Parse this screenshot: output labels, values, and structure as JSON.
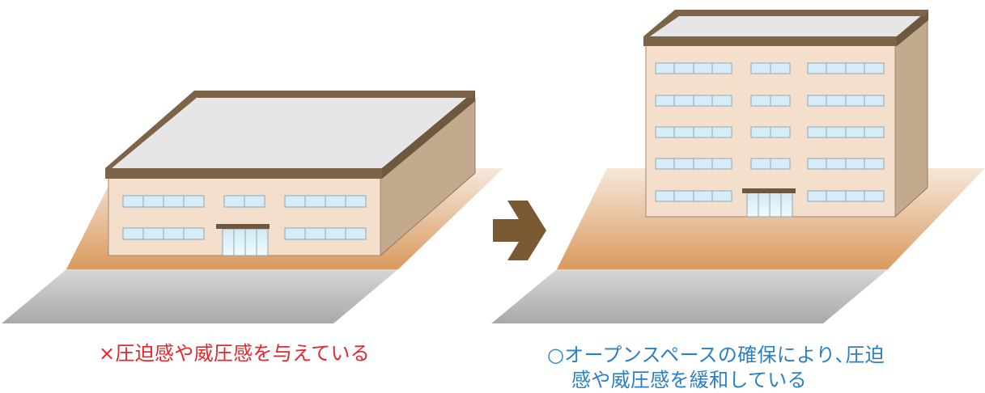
{
  "captions": {
    "before": "×圧迫感や威圧感を与えている",
    "after_line1": "○オープンスペースの確保により､圧迫",
    "after_line2": "感や威圧感を緩和している"
  },
  "colors": {
    "before_caption": "#e8242c",
    "after_caption": "#2b7fc3",
    "arrow": "#7a5a33",
    "road": "#b9b9b9",
    "site": "#e3a774",
    "wall_front": "#f4dfcd",
    "wall_side": "#c3a98e",
    "roof": "#e8e8e8",
    "roof_trim": "#7d6448",
    "window": "#d6ecf6"
  },
  "icons": {
    "transition": "right-arrow-icon"
  }
}
